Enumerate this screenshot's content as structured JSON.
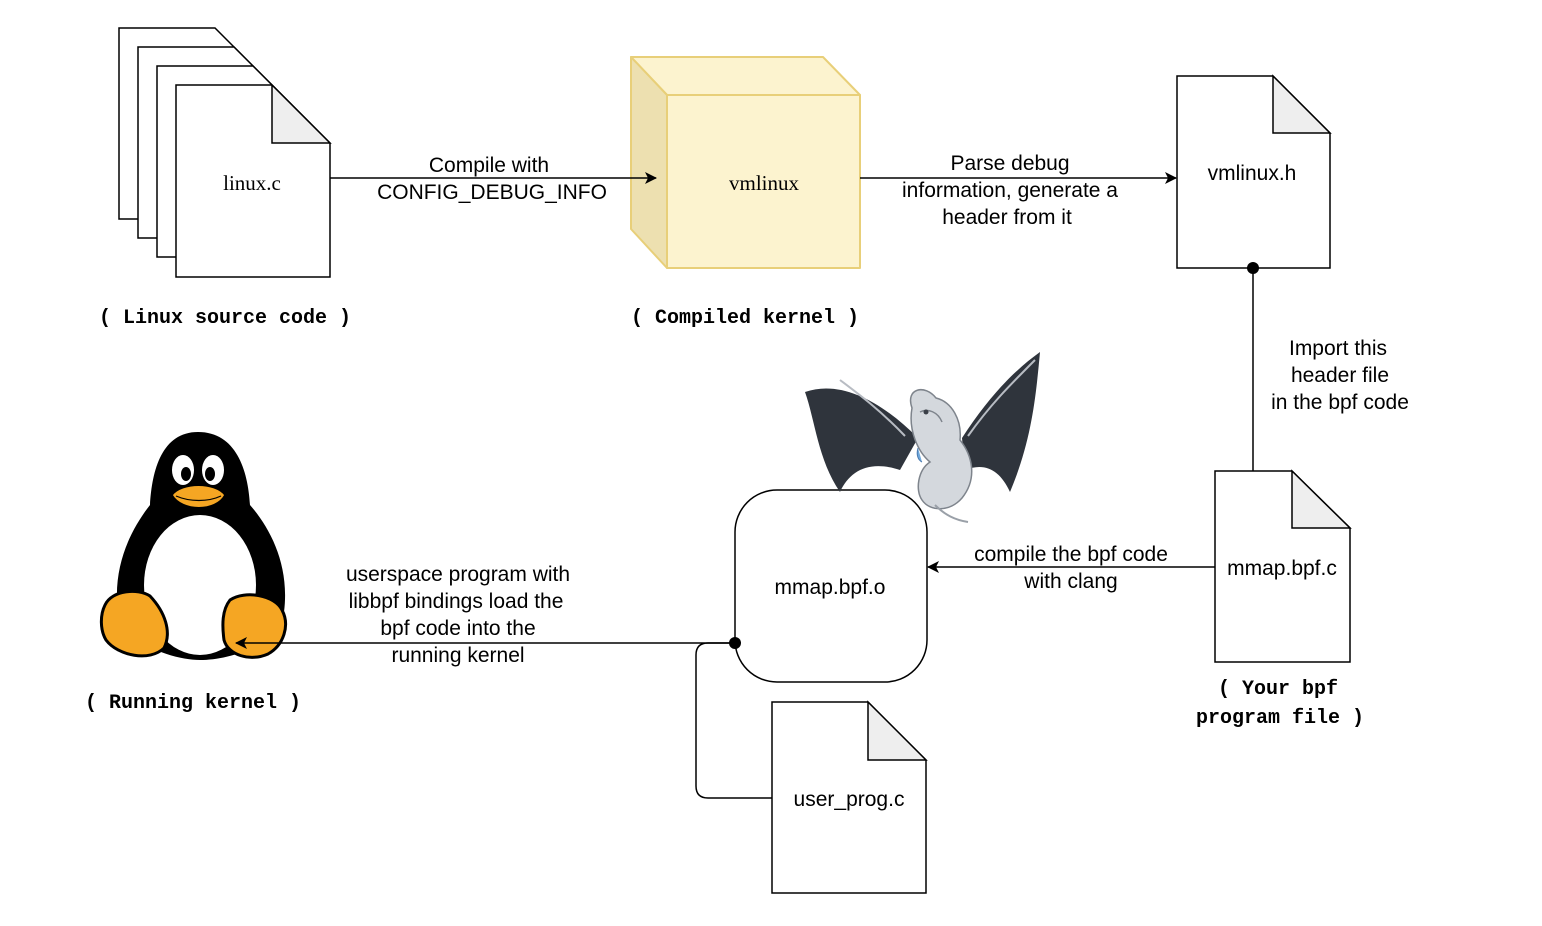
{
  "nodes": {
    "linux_source_file": "linux.c",
    "compiled_kernel": "vmlinux",
    "header_file": "vmlinux.h",
    "bpf_object": "mmap.bpf.o",
    "bpf_source_file": "mmap.bpf.c",
    "user_program_file": "user_prog.c"
  },
  "captions": {
    "linux_source": "( Linux source code )",
    "compiled_kernel": "( Compiled kernel )",
    "your_bpf_line1": "( Your bpf",
    "your_bpf_line2": "program file )",
    "running_kernel": "( Running kernel )"
  },
  "edges": {
    "compile": [
      "Compile with",
      "CONFIG_DEBUG_INFO"
    ],
    "parse": [
      "Parse debug",
      "information, generate a",
      "header from it"
    ],
    "import": [
      "Import this",
      "header file",
      "in the bpf code"
    ],
    "clang": [
      "compile the bpf code",
      "with clang"
    ],
    "load": [
      "userspace program with",
      "libbpf bindings load the",
      "bpf code into the",
      "running kernel"
    ]
  },
  "icons": {
    "penguin": "tux-penguin-icon",
    "dragon": "llvm-dragon-icon",
    "cube": "cube-icon",
    "document": "document-icon"
  },
  "colors": {
    "cube_front": "#fcf3cf",
    "cube_side": "#ede0b0",
    "cube_stroke": "#e8cf79",
    "penguin_beak": "#f5a623",
    "stroke": "#000000"
  }
}
